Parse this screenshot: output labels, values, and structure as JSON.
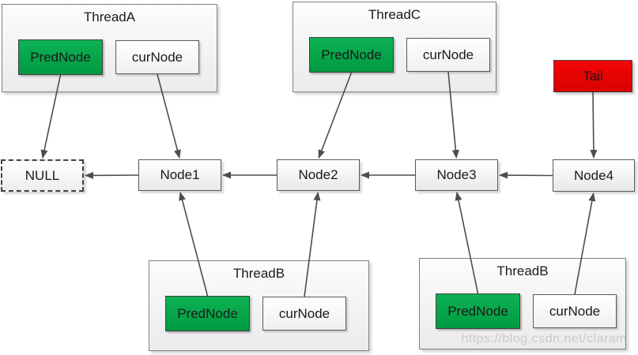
{
  "diagram": {
    "threads": [
      {
        "id": "threadA",
        "title": "ThreadA",
        "pred_label": "PredNode",
        "cur_label": "curNode"
      },
      {
        "id": "threadC",
        "title": "ThreadC",
        "pred_label": "PredNode",
        "cur_label": "curNode"
      },
      {
        "id": "threadB1",
        "title": "ThreadB",
        "pred_label": "PredNode",
        "cur_label": "curNode"
      },
      {
        "id": "threadB2",
        "title": "ThreadB",
        "pred_label": "PredNode",
        "cur_label": "curNode"
      }
    ],
    "list_nodes": [
      {
        "id": "null",
        "label": "NULL",
        "style": "dashed"
      },
      {
        "id": "node1",
        "label": "Node1",
        "style": "solid"
      },
      {
        "id": "node2",
        "label": "Node2",
        "style": "solid"
      },
      {
        "id": "node3",
        "label": "Node3",
        "style": "solid"
      },
      {
        "id": "node4",
        "label": "Node4",
        "style": "solid"
      }
    ],
    "tail": {
      "id": "tail",
      "label": "Tail"
    },
    "edges": [
      {
        "from": "threadA.pred",
        "fromSide": "bottom",
        "to": "null",
        "toSide": "top"
      },
      {
        "from": "threadA.cur",
        "fromSide": "bottom",
        "to": "node1",
        "toSide": "top"
      },
      {
        "from": "threadC.pred",
        "fromSide": "bottom",
        "to": "node2",
        "toSide": "top"
      },
      {
        "from": "threadC.cur",
        "fromSide": "bottom",
        "to": "node3",
        "toSide": "top"
      },
      {
        "from": "tail",
        "fromSide": "bottom",
        "to": "node4",
        "toSide": "top"
      },
      {
        "from": "node1",
        "fromSide": "left",
        "to": "null",
        "toSide": "right"
      },
      {
        "from": "node2",
        "fromSide": "left",
        "to": "node1",
        "toSide": "right"
      },
      {
        "from": "node3",
        "fromSide": "left",
        "to": "node2",
        "toSide": "right"
      },
      {
        "from": "node4",
        "fromSide": "left",
        "to": "node3",
        "toSide": "right"
      },
      {
        "from": "threadB1.pred",
        "fromSide": "top",
        "to": "node1",
        "toSide": "bottom"
      },
      {
        "from": "threadB1.cur",
        "fromSide": "top",
        "to": "node2",
        "toSide": "bottom"
      },
      {
        "from": "threadB2.pred",
        "fromSide": "top",
        "to": "node3",
        "toSide": "bottom"
      },
      {
        "from": "threadB2.cur",
        "fromSide": "top",
        "to": "node4",
        "toSide": "bottom"
      }
    ],
    "colors": {
      "pred_node_bg": "#00a64b",
      "tail_bg": "#ee0404",
      "line": "#4d4d4d",
      "node_border": "#595959"
    },
    "watermark": "https://blog.csdn.net/claram"
  }
}
